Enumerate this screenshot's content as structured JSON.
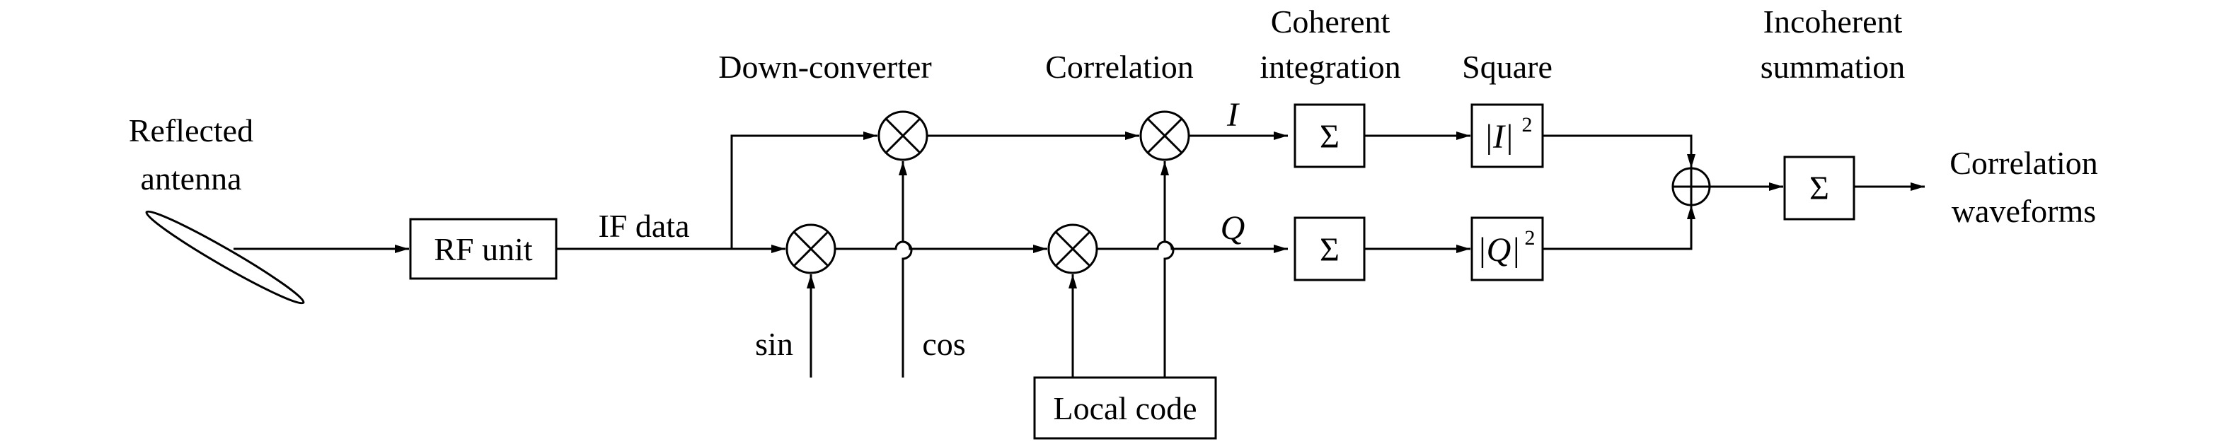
{
  "labels": {
    "reflected_antenna_line1": "Reflected",
    "reflected_antenna_line2": "antenna",
    "rf_unit": "RF unit",
    "if_data": "IF data",
    "down_converter": "Down-converter",
    "correlation": "Correlation",
    "coherent_integration_line1": "Coherent",
    "coherent_integration_line2": "integration",
    "square": "Square",
    "incoherent_summation_line1": "Incoherent",
    "incoherent_summation_line2": "summation",
    "correlation_waveforms_line1": "Correlation",
    "correlation_waveforms_line2": "waveforms",
    "sin": "sin",
    "cos": "cos",
    "local_code": "Local code",
    "i_signal": "I",
    "q_signal": "Q",
    "sum_symbol": "Σ",
    "abs_i_squared_base": "|I|",
    "abs_q_squared_base": "|Q|",
    "exponent": "2"
  }
}
